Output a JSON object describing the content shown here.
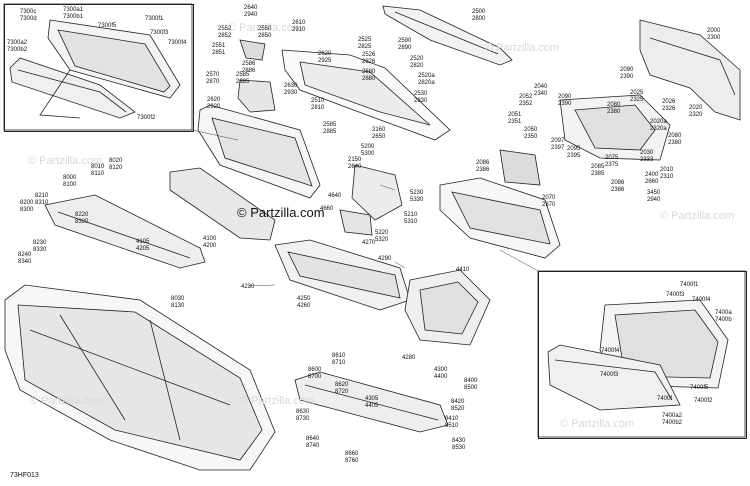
{
  "diagram_code": "73HF013",
  "watermark_main": "© Partzilla.com",
  "watermark_faint": "© Partzilla.com",
  "callouts": [
    {
      "id": "c7300c",
      "text": "7300c\n7300d"
    },
    {
      "id": "c7300a1",
      "text": "7300a1\n7300b1"
    },
    {
      "id": "c7300f1",
      "text": "7300f1"
    },
    {
      "id": "c7300f5",
      "text": "7300f5"
    },
    {
      "id": "c7300f3",
      "text": "7300f3"
    },
    {
      "id": "c7300f4",
      "text": "7300f4"
    },
    {
      "id": "c7300a2",
      "text": "7300a2\n7300b2"
    },
    {
      "id": "c7300f2",
      "text": "7300f2"
    },
    {
      "id": "c2640",
      "text": "2640\n2940"
    },
    {
      "id": "c2552",
      "text": "2552\n2852"
    },
    {
      "id": "c2550",
      "text": "2550\n2850"
    },
    {
      "id": "c2551",
      "text": "2551\n2851"
    },
    {
      "id": "c2586",
      "text": "2586\n2886"
    },
    {
      "id": "c2610",
      "text": "2610\n2910"
    },
    {
      "id": "c2620",
      "text": "2620\n2925"
    },
    {
      "id": "c2525",
      "text": "2525\n2825"
    },
    {
      "id": "c2590",
      "text": "2590\n2890"
    },
    {
      "id": "c2500",
      "text": "2500\n2800"
    },
    {
      "id": "c2000",
      "text": "2000\n2300"
    },
    {
      "id": "c2090",
      "text": "2090\n2390"
    },
    {
      "id": "c2526",
      "text": "2526\n2826"
    },
    {
      "id": "c2520",
      "text": "2520\n2820"
    },
    {
      "id": "c2570",
      "text": "2570\n2870"
    },
    {
      "id": "c2585",
      "text": "2585\n2885"
    },
    {
      "id": "c2680",
      "text": "2680\n2880"
    },
    {
      "id": "c2520a",
      "text": "2520a\n2820a"
    },
    {
      "id": "c2630",
      "text": "2630\n2930"
    },
    {
      "id": "c2530",
      "text": "2530\n2830"
    },
    {
      "id": "c2620b",
      "text": "2620\n2920"
    },
    {
      "id": "c2510",
      "text": "2510\n2810"
    },
    {
      "id": "c2585b",
      "text": "2585\n2885"
    },
    {
      "id": "c2160",
      "text": "2160\n2650"
    },
    {
      "id": "c2150",
      "text": "2150\n2640"
    },
    {
      "id": "c2040",
      "text": "2040\n2340"
    },
    {
      "id": "c2052",
      "text": "2052\n2352"
    },
    {
      "id": "c2090b",
      "text": "2090\n2390"
    },
    {
      "id": "c2025",
      "text": "2025\n2325"
    },
    {
      "id": "c2051",
      "text": "2051\n2351"
    },
    {
      "id": "c2080",
      "text": "2080\n2380"
    },
    {
      "id": "c2026",
      "text": "2026\n2326"
    },
    {
      "id": "c2020",
      "text": "2020\n2320"
    },
    {
      "id": "c2050",
      "text": "2050\n2350"
    },
    {
      "id": "c2020a",
      "text": "2020a\n2320a"
    },
    {
      "id": "c2097",
      "text": "2097\n2397"
    },
    {
      "id": "c2095",
      "text": "2095\n2395"
    },
    {
      "id": "c2080b",
      "text": "2080\n2380"
    },
    {
      "id": "c2030",
      "text": "2030\n2333"
    },
    {
      "id": "c2086",
      "text": "2086\n2386"
    },
    {
      "id": "c2075",
      "text": "2075\n2375"
    },
    {
      "id": "c2085",
      "text": "2085\n2385"
    },
    {
      "id": "c2010",
      "text": "2010\n2310"
    },
    {
      "id": "c2400",
      "text": "2400\n2660"
    },
    {
      "id": "c2086b",
      "text": "2086\n2386"
    },
    {
      "id": "c3450",
      "text": "3450\n2940"
    },
    {
      "id": "c2070",
      "text": "2070\n2370"
    },
    {
      "id": "c5200",
      "text": "5200\n5300"
    },
    {
      "id": "c5230",
      "text": "5230\n5330"
    },
    {
      "id": "c4640",
      "text": "4640"
    },
    {
      "id": "c4660",
      "text": "4660"
    },
    {
      "id": "c5210",
      "text": "5210\n5310"
    },
    {
      "id": "c5220",
      "text": "5220\n5320"
    },
    {
      "id": "c4270",
      "text": "4270"
    },
    {
      "id": "c8010",
      "text": "8010\n8110"
    },
    {
      "id": "c8020",
      "text": "8020\n8120"
    },
    {
      "id": "c8000",
      "text": "8000\n8100"
    },
    {
      "id": "c8210",
      "text": "8210\n8310"
    },
    {
      "id": "c8200",
      "text": "8200\n8300"
    },
    {
      "id": "c8220",
      "text": "8220\n8320"
    },
    {
      "id": "c4105",
      "text": "4105\n4205"
    },
    {
      "id": "c4100",
      "text": "4100\n4200"
    },
    {
      "id": "c8230",
      "text": "8230\n8330"
    },
    {
      "id": "c8240",
      "text": "8240\n8340"
    },
    {
      "id": "c4290",
      "text": "4290"
    },
    {
      "id": "c4410",
      "text": "4410"
    },
    {
      "id": "c4230",
      "text": "4230"
    },
    {
      "id": "c4250",
      "text": "4250\n4260"
    },
    {
      "id": "c8030",
      "text": "8030\n8130"
    },
    {
      "id": "c4280",
      "text": "4280"
    },
    {
      "id": "c4300",
      "text": "4300\n4400"
    },
    {
      "id": "c8610",
      "text": "8610\n8710"
    },
    {
      "id": "c8600",
      "text": "8600\n8700"
    },
    {
      "id": "c8620",
      "text": "8620\n8720"
    },
    {
      "id": "c4305",
      "text": "4305\n4405"
    },
    {
      "id": "c8400",
      "text": "8400\n8500"
    },
    {
      "id": "c8420",
      "text": "8420\n8520"
    },
    {
      "id": "c8630",
      "text": "8630\n8730"
    },
    {
      "id": "c8410",
      "text": "8410\n8510"
    },
    {
      "id": "c8640",
      "text": "8640\n8740"
    },
    {
      "id": "c8430",
      "text": "8430\n8530"
    },
    {
      "id": "c8660",
      "text": "8660\n8760"
    },
    {
      "id": "c7400f1",
      "text": "7400f1"
    },
    {
      "id": "c7400f3",
      "text": "7400f3"
    },
    {
      "id": "c7400f4",
      "text": "7400f4"
    },
    {
      "id": "c7400a",
      "text": "7400a\n7400b"
    },
    {
      "id": "c7400f4b",
      "text": "7400f4"
    },
    {
      "id": "c7400f5",
      "text": "7400f5"
    },
    {
      "id": "c7400f3b",
      "text": "7400f3"
    },
    {
      "id": "c7400f2",
      "text": "7400f2"
    },
    {
      "id": "c7400f",
      "text": "7400f"
    },
    {
      "id": "c7400a2",
      "text": "7400a2\n7400b2"
    }
  ]
}
